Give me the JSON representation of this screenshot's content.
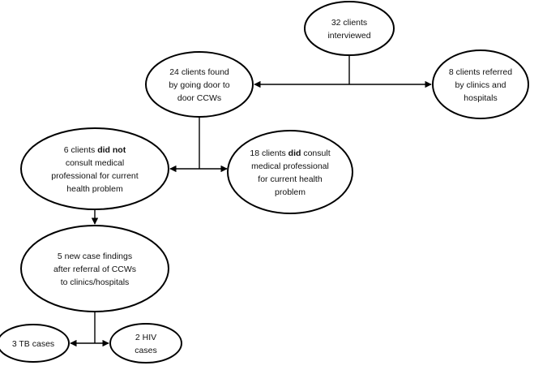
{
  "nodes": {
    "interviewed": {
      "lines": [
        [
          {
            "t": "32 clients"
          }
        ],
        [
          {
            "t": "interviewed"
          }
        ]
      ]
    },
    "door_to_door": {
      "lines": [
        [
          {
            "t": "24 clients found"
          }
        ],
        [
          {
            "t": "by going door to"
          }
        ],
        [
          {
            "t": "door CCWs"
          }
        ]
      ]
    },
    "referred": {
      "lines": [
        [
          {
            "t": "8 clients referred"
          }
        ],
        [
          {
            "t": "by clinics and"
          }
        ],
        [
          {
            "t": "hospitals"
          }
        ]
      ]
    },
    "did_not": {
      "lines": [
        [
          {
            "t": "6 clients "
          },
          {
            "t": "did not",
            "b": true
          }
        ],
        [
          {
            "t": "consult medical"
          }
        ],
        [
          {
            "t": "professional for current"
          }
        ],
        [
          {
            "t": "health problem"
          }
        ]
      ]
    },
    "did": {
      "lines": [
        [
          {
            "t": "18 clients "
          },
          {
            "t": "did",
            "b": true
          },
          {
            "t": " consult"
          }
        ],
        [
          {
            "t": "medical professional"
          }
        ],
        [
          {
            "t": "for current health"
          }
        ],
        [
          {
            "t": "problem"
          }
        ]
      ]
    },
    "new_cases": {
      "lines": [
        [
          {
            "t": "5 new case findings"
          }
        ],
        [
          {
            "t": "after referral of CCWs"
          }
        ],
        [
          {
            "t": "to clinics/hospitals"
          }
        ]
      ]
    },
    "tb": {
      "lines": [
        [
          {
            "t": "3 TB cases"
          }
        ]
      ]
    },
    "hiv": {
      "lines": [
        [
          {
            "t": "2 HIV"
          }
        ],
        [
          {
            "t": "cases"
          }
        ]
      ]
    }
  }
}
